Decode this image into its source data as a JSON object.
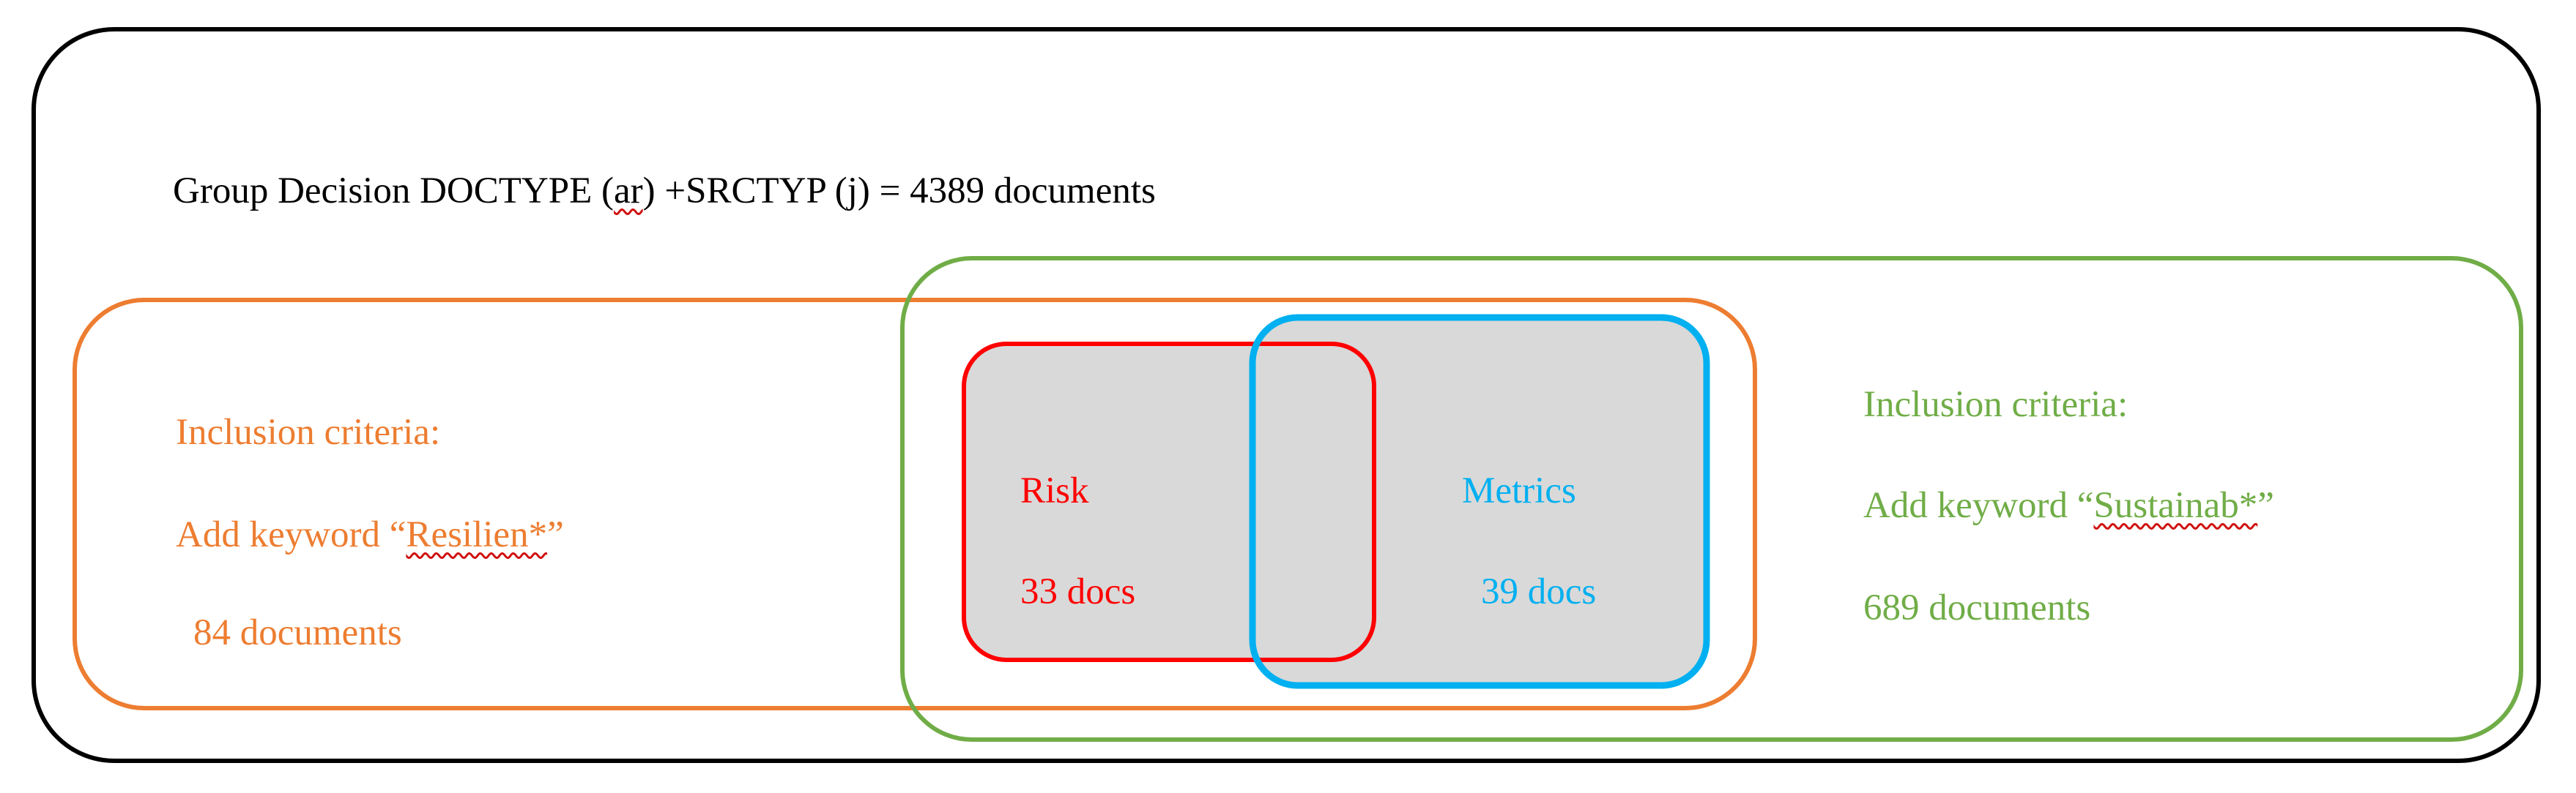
{
  "outer": {
    "heading": {
      "pre": "Group Decision DOCTYPE (",
      "flag": "ar",
      "post": ") +SRCTYP (j) = 4389 documents"
    }
  },
  "resilience_set": {
    "criteria_label": "Inclusion criteria:",
    "keyword_pre": "Add keyword “",
    "keyword_flag": "Resilien*",
    "keyword_post": "”",
    "count": "84 documents"
  },
  "sustainability_set": {
    "criteria_label": "Inclusion criteria:",
    "keyword_pre": "Add keyword “",
    "keyword_flag": "Sustainab*",
    "keyword_post": "”",
    "count": "689 documents"
  },
  "risk_set": {
    "label": "Risk",
    "count": "33 docs"
  },
  "metrics_set": {
    "label": "Metrics",
    "count": "39 docs"
  },
  "colors": {
    "outer_border": "#000000",
    "resilience": "#ED7D31",
    "sustainability": "#70AD47",
    "risk": "#FF0000",
    "metrics": "#00B0F0",
    "overlap_fill": "#D9D9D9",
    "spellcheck_underline": "#D01010"
  }
}
